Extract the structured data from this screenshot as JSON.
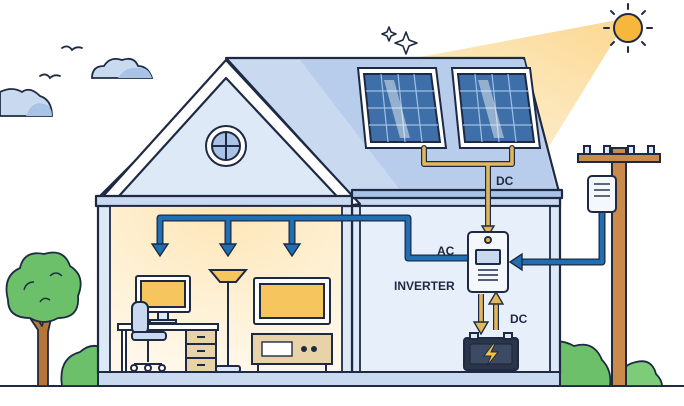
{
  "labels": {
    "dc_top": "DC",
    "ac": "AC",
    "inverter": "INVERTER",
    "dc_bottom": "DC"
  },
  "icons": [
    "sun-icon",
    "sparkle-icon",
    "cloud-icon",
    "bird-icon",
    "solar-panel-icon",
    "round-window-icon",
    "monitor-icon",
    "office-chair-icon",
    "desk-icon",
    "floor-lamp-icon",
    "tv-icon",
    "tv-cabinet-icon",
    "inverter-icon",
    "battery-icon",
    "lightning-icon",
    "utility-pole-icon",
    "electric-meter-icon",
    "tree-icon",
    "bush-icon"
  ],
  "colors": {
    "outline": "#1e2a44",
    "roof": "#c9daf0",
    "roof_shade": "#a9c3e6",
    "wall": "#dde9f6",
    "interior_light": "#fff4dc",
    "dc_wire": "#e2b65a",
    "ac_wire": "#1f6fb2",
    "sun": "#f6b73c",
    "sunbeam": "#fbd58a",
    "panel": "#3f6fa8",
    "tree": "#6cc06a",
    "trunk": "#b5763a",
    "battery": "#2c3547",
    "bolt": "#f6c23c"
  }
}
